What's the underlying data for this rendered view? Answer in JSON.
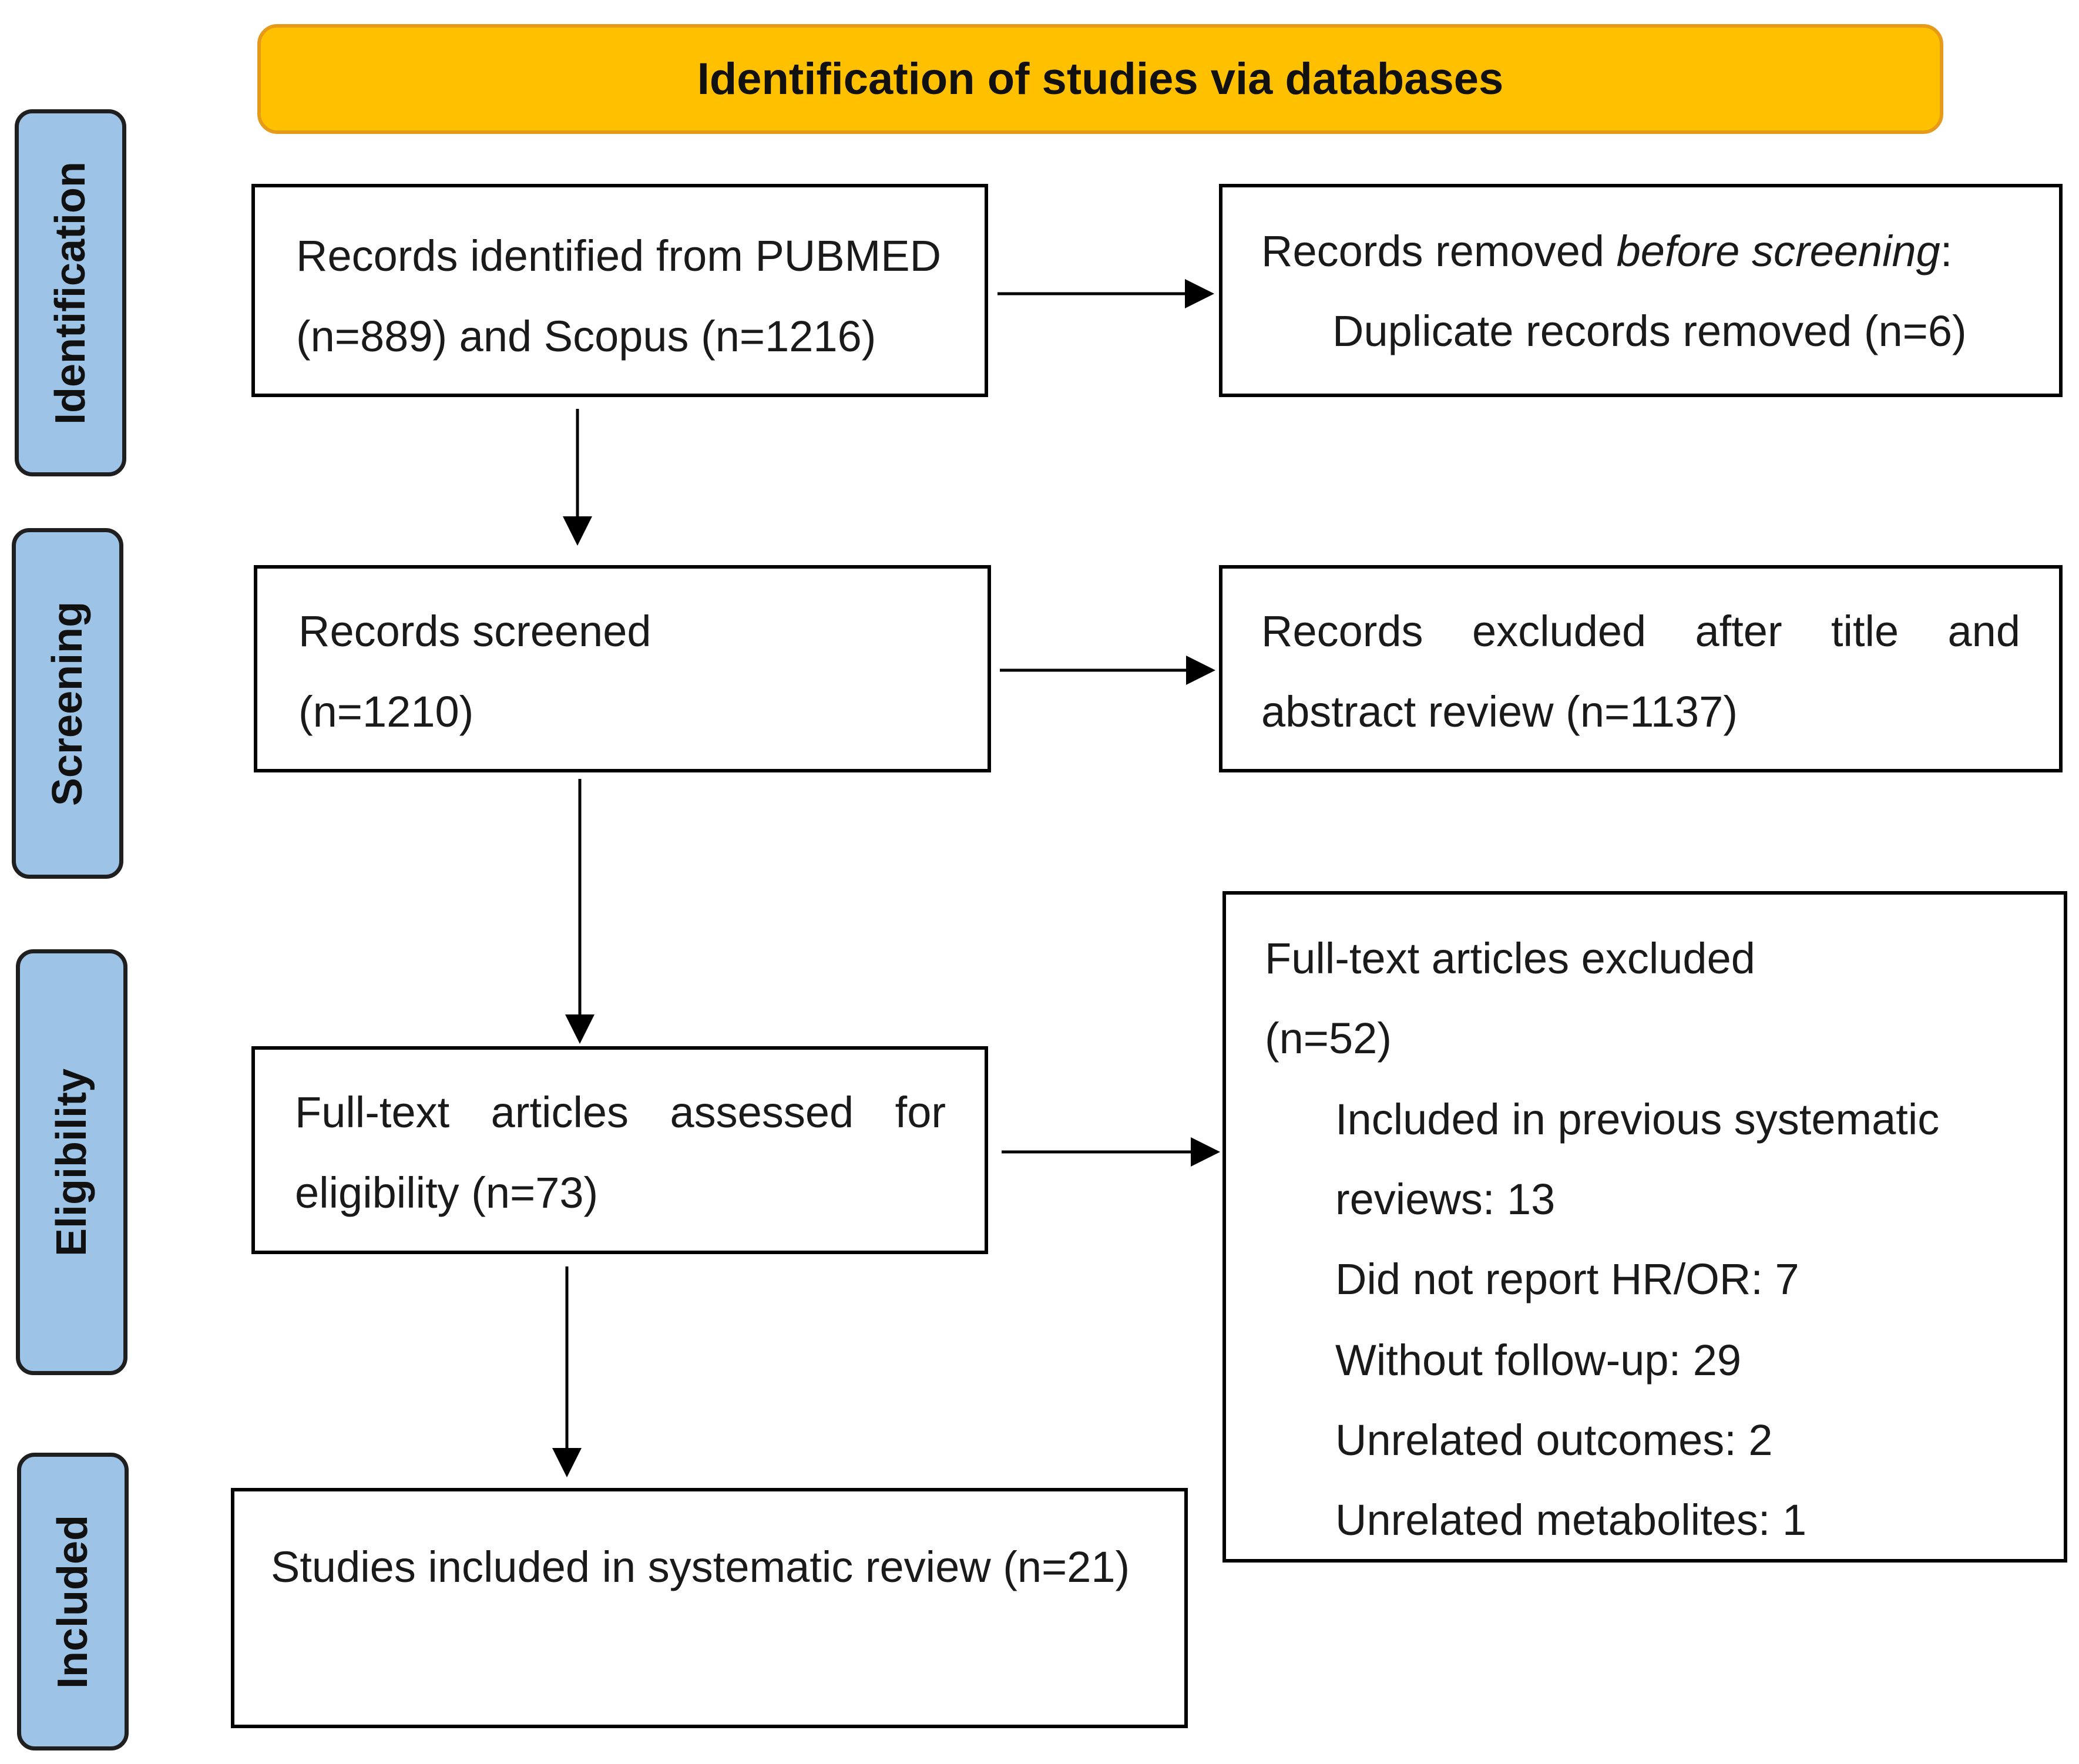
{
  "header": {
    "title": "Identification of studies via databases"
  },
  "stages": {
    "identification": "Identification",
    "screening": "Screening",
    "eligibility": "Eligibility",
    "included": "Included"
  },
  "boxes": {
    "records_identified": {
      "line1": "Records identified from PUBMED",
      "line2": "(n=889) and Scopus (n=1216)"
    },
    "records_removed": {
      "line1_prefix": "Records removed ",
      "line1_italic": "before screening",
      "line1_suffix": ":",
      "line2": "Duplicate records removed (n=6)"
    },
    "records_screened": {
      "line1": "Records screened",
      "line2": "(n=1210)"
    },
    "records_excluded": {
      "words": [
        "Records",
        "excluded",
        "after",
        "title",
        "and"
      ],
      "line2": "abstract review (n=1137)"
    },
    "fulltext_assessed": {
      "words": [
        "Full-text",
        "articles",
        "assessed",
        "for"
      ],
      "line2": "eligibility (n=73)"
    },
    "fulltext_excluded": {
      "line1": "Full-text articles excluded",
      "line2": "(n=52)",
      "reasons": [
        "Included in previous systematic",
        "reviews: 13",
        "Did not report HR/OR: 7",
        "Without follow-up: 29",
        "Unrelated outcomes: 2",
        "Unrelated metabolites: 1"
      ]
    },
    "studies_included": {
      "line1": "Studies included in systematic review (n=21)"
    }
  }
}
